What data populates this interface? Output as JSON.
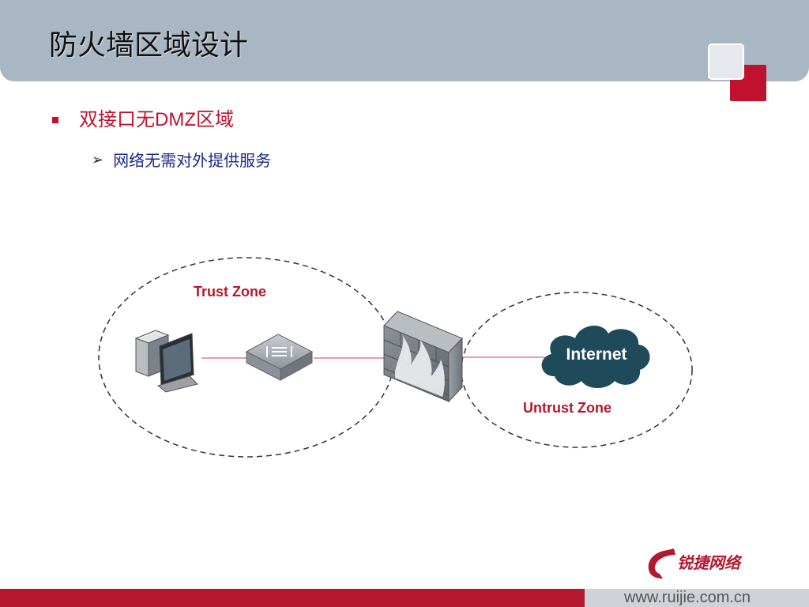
{
  "slide": {
    "title": "防火墙区域设计"
  },
  "bullets": {
    "level1": "双接口无DMZ区域",
    "level2_marker": "➢",
    "level2": "网络无需对外提供服务"
  },
  "diagram": {
    "trust_zone_label": "Trust Zone",
    "untrust_zone_label": "Untrust Zone",
    "internet_label": "Internet"
  },
  "footer": {
    "logo_text": "锐捷网络",
    "url": "www.ruijie.com.cn"
  },
  "colors": {
    "accent_red": "#c0122f",
    "title_bar": "#a9b6c4",
    "link_line": "#e27aa0",
    "cloud": "#1f4a59"
  }
}
